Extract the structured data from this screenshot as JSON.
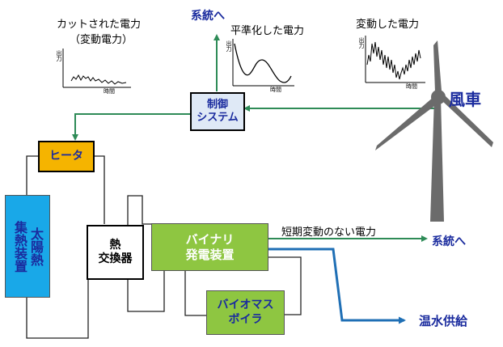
{
  "labels": {
    "cut_power_line1": "カットされた電力",
    "cut_power_line2": "（変動電力）",
    "grid_top": "系統へ",
    "smoothed_power": "平準化した電力",
    "fluctuating_power": "変動した電力",
    "wind_turbine": "風車",
    "no_fluctuation_power": "短期変動のない電力",
    "grid_right": "系統へ",
    "hot_water": "温水供給"
  },
  "boxes": {
    "control_line1": "制御",
    "control_line2": "システム",
    "heater": "ヒータ",
    "solar_line1": "太陽熱",
    "solar_line2": "集熱装置",
    "heat_exchanger_line1": "熱",
    "heat_exchanger_line2": "交換器",
    "binary_line1": "バイナリ",
    "binary_line2": "発電装置",
    "biomass_line1": "バイオマス",
    "biomass_line2": "ボイラ"
  },
  "mini_charts": {
    "ylabel": "出力",
    "xlabel": "時間"
  },
  "colors": {
    "green_line": "#2e8b57",
    "blue_line": "#1f6fb5",
    "control_box": "#dfe9f6",
    "heater_box": "#f5b400",
    "solar_box": "#19a8e8",
    "binary_box": "#8ec641",
    "text_blue": "#1a2b9e",
    "turbine": "#6b6b6b"
  }
}
